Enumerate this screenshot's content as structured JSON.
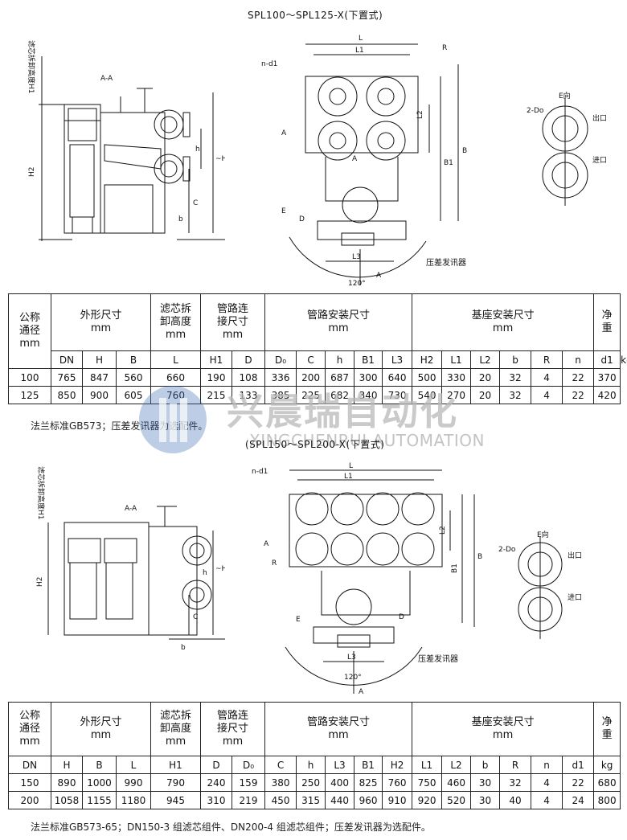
{
  "section1": {
    "title": "SPL100～SPL125-X(下置式)",
    "labels": {
      "section_aa": "A-A",
      "filter_height": "滤芯拆卸高度H1",
      "H2": "H2",
      "C": "C",
      "h": "h",
      "H": "~H",
      "b": "b",
      "L": "L",
      "L1": "L1",
      "R": "R",
      "n_d1": "n-d1",
      "L2": "L2",
      "B1": "B1",
      "B": "B",
      "A_left": "A",
      "A_mid": "A",
      "A_bottom": "A",
      "E": "E",
      "D": "D",
      "L3": "L3",
      "angle": "120°",
      "pressure_sender": "压差发讯器",
      "e_view": "E向",
      "two_do": "2-Do",
      "outlet": "出口",
      "inlet": "进口"
    },
    "table": {
      "headers": {
        "nominal": "公称\n通径\nmm",
        "outline": "外形尺寸",
        "outline_unit": "mm",
        "filter": "滤芯拆\n卸高度\nmm",
        "pipe_conn": "管路连\n接尺寸\nmm",
        "pipe_install": "管路安装尺寸",
        "pipe_install_unit": "mm",
        "base_install": "基座安装尺寸",
        "base_install_unit": "mm",
        "weight": "净\n重"
      },
      "columns": [
        "DN",
        "H",
        "B",
        "L",
        "H1",
        "D",
        "D₀",
        "C",
        "h",
        "B1",
        "L3",
        "H2",
        "L1",
        "L2",
        "b",
        "R",
        "n",
        "d1",
        "kg"
      ],
      "rows": [
        [
          "100",
          "765",
          "847",
          "560",
          "660",
          "190",
          "108",
          "336",
          "200",
          "687",
          "300",
          "640",
          "500",
          "330",
          "20",
          "32",
          "4",
          "22",
          "370"
        ],
        [
          "125",
          "850",
          "900",
          "605",
          "760",
          "215",
          "133",
          "385",
          "225",
          "682",
          "340",
          "730",
          "540",
          "270",
          "20",
          "32",
          "4",
          "22",
          "420"
        ]
      ]
    },
    "note": "法兰标准GB573；压差发讯器为选配件。"
  },
  "watermark": {
    "cn": "兴晨瑞自动化",
    "en": "XINGCHENRUI AUTOMATION",
    "logo_color": "#3f6fb5",
    "text_color": "#b9b9b9"
  },
  "section2": {
    "title": "(SPL150～SPL200-X(下置式)",
    "labels": {
      "section_aa": "A-A",
      "filter_height": "滤芯拆卸高度H1",
      "H2": "H2",
      "C": "C",
      "h": "h",
      "H": "~H",
      "b": "b",
      "L": "L",
      "L1": "L1",
      "R": "R",
      "n_d1": "n-d1",
      "L2": "L2",
      "B1": "B1",
      "B": "B",
      "A_left": "A",
      "A_bottom": "A",
      "E": "E",
      "D": "D",
      "L3": "L3",
      "angle": "120°",
      "pressure_sender": "压差发讯器",
      "e_view": "E向",
      "two_do": "2-Do",
      "outlet": "出口",
      "inlet": "进口"
    },
    "table": {
      "headers": {
        "nominal": "公称\n通径\nmm",
        "outline": "外形尺寸",
        "outline_unit": "mm",
        "filter": "滤芯拆\n卸高度\nmm",
        "pipe_conn": "管路连\n接尺寸\nmm",
        "pipe_install": "管路安装尺寸",
        "pipe_install_unit": "mm",
        "base_install": "基座安装尺寸",
        "base_install_unit": "mm",
        "weight": "净\n重"
      },
      "columns": [
        "DN",
        "H",
        "B",
        "L",
        "H1",
        "D",
        "D₀",
        "C",
        "h",
        "L3",
        "B1",
        "H2",
        "L1",
        "L2",
        "b",
        "R",
        "n",
        "d1",
        "kg"
      ],
      "rows": [
        [
          "150",
          "890",
          "1000",
          "990",
          "790",
          "240",
          "159",
          "380",
          "250",
          "400",
          "825",
          "760",
          "750",
          "460",
          "30",
          "32",
          "4",
          "22",
          "680"
        ],
        [
          "200",
          "1058",
          "1155",
          "1180",
          "945",
          "310",
          "219",
          "450",
          "315",
          "440",
          "960",
          "910",
          "920",
          "520",
          "30",
          "40",
          "4",
          "24",
          "800"
        ]
      ]
    },
    "note": "法兰标准GB573-65；DN150-3 组滤芯组件、DN200-4 组滤芯组件；压差发讯器为选配件。"
  }
}
